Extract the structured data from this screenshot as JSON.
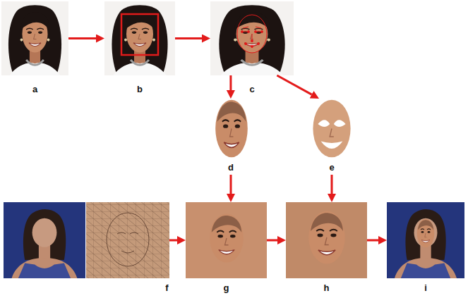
{
  "diagram": {
    "nodes": [
      {
        "text": [
          "a"
        ]
      },
      {
        "text": [
          "b"
        ]
      },
      {
        "text": [
          "c"
        ]
      },
      {
        "text": [
          "d"
        ]
      },
      {
        "text": [
          "e"
        ]
      },
      {
        "text": [
          "f"
        ]
      },
      {
        "text": [
          "g"
        ]
      },
      {
        "text": [
          "h"
        ]
      },
      {
        "text": [
          "i"
        ]
      }
    ],
    "edges": [
      {
        "from": 0,
        "to": 1,
        "arrow": "to"
      },
      {
        "from": 1,
        "to": 2,
        "arrow": "to"
      },
      {
        "from": 2,
        "to": 3,
        "arrow": "to"
      },
      {
        "from": 2,
        "to": 4,
        "arrow": "to"
      },
      {
        "from": 3,
        "to": 6,
        "arrow": "to"
      },
      {
        "from": 4,
        "to": 7,
        "arrow": "to"
      },
      {
        "from": 5,
        "to": 6,
        "arrow": "to"
      },
      {
        "from": 6,
        "to": 7,
        "arrow": "to"
      },
      {
        "from": 7,
        "to": 8,
        "arrow": "to"
      }
    ]
  }
}
